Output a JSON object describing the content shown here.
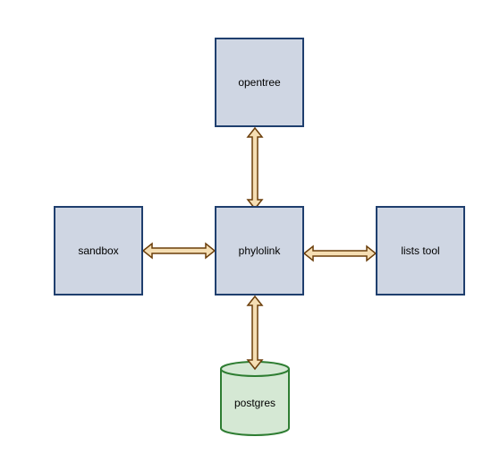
{
  "diagram": {
    "nodes": {
      "opentree": {
        "label": "opentree"
      },
      "sandbox": {
        "label": "sandbox"
      },
      "phylolink": {
        "label": "phylolink"
      },
      "lists_tool": {
        "label": "lists tool"
      },
      "postgres": {
        "label": "postgres",
        "shape": "database-cylinder"
      }
    },
    "connections": [
      {
        "from": "phylolink",
        "to": "opentree",
        "direction": "bidirectional"
      },
      {
        "from": "phylolink",
        "to": "sandbox",
        "direction": "bidirectional"
      },
      {
        "from": "phylolink",
        "to": "lists_tool",
        "direction": "bidirectional"
      },
      {
        "from": "phylolink",
        "to": "postgres",
        "direction": "bidirectional"
      }
    ]
  },
  "colors": {
    "box_fill": "#cfd6e3",
    "box_border": "#1f3f6e",
    "db_fill": "#d5e8d4",
    "db_border": "#2e7d32",
    "arrow_fill": "#f5deb3",
    "arrow_border": "#6b3e0a"
  }
}
